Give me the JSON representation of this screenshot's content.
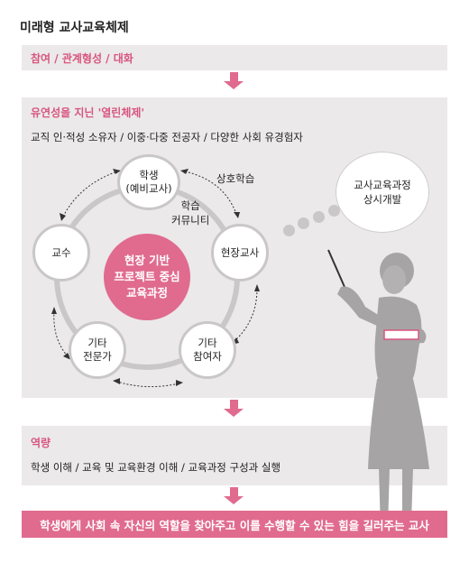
{
  "title": "미래형 교사교육체제",
  "section1": {
    "label": "참여 / 관계형성 / 대화"
  },
  "section2": {
    "label": "유연성을 지닌 '열린체제'",
    "subtitle": "교직 인·적성 소유자 / 이중·다중 전공자 / 다양한 사회 유경험자"
  },
  "diagram": {
    "center": {
      "line1": "현장 기반",
      "line2": "프로젝트 중심",
      "line3": "교육과정"
    },
    "nodes": {
      "student": {
        "line1": "학생",
        "line2": "(예비교사)"
      },
      "field_teacher": {
        "line1": "현장교사"
      },
      "other_participant": {
        "line1": "기타",
        "line2": "참여자"
      },
      "other_expert": {
        "line1": "기타",
        "line2": "전문가"
      },
      "professor": {
        "line1": "교수"
      }
    },
    "labels": {
      "mutual_learning": "상호학습",
      "learning_community_1": "학습",
      "learning_community_2": "커뮤니티"
    },
    "thought_bubble": {
      "line1": "교사교육과정",
      "line2": "상시개발"
    }
  },
  "section3": {
    "label": "역량",
    "subtitle": "학생 이해 / 교육 및 교육환경 이해 / 교육과정 구성과 실행"
  },
  "bottom": {
    "text": "학생에게 사회 속 자신의 역할을 찾아주고 이를 수행할 수 있는 힘을 길러주는 교사"
  },
  "colors": {
    "accent": "#e06b8f",
    "band": "#ebe9ea",
    "ring": "#c9c7c8"
  }
}
